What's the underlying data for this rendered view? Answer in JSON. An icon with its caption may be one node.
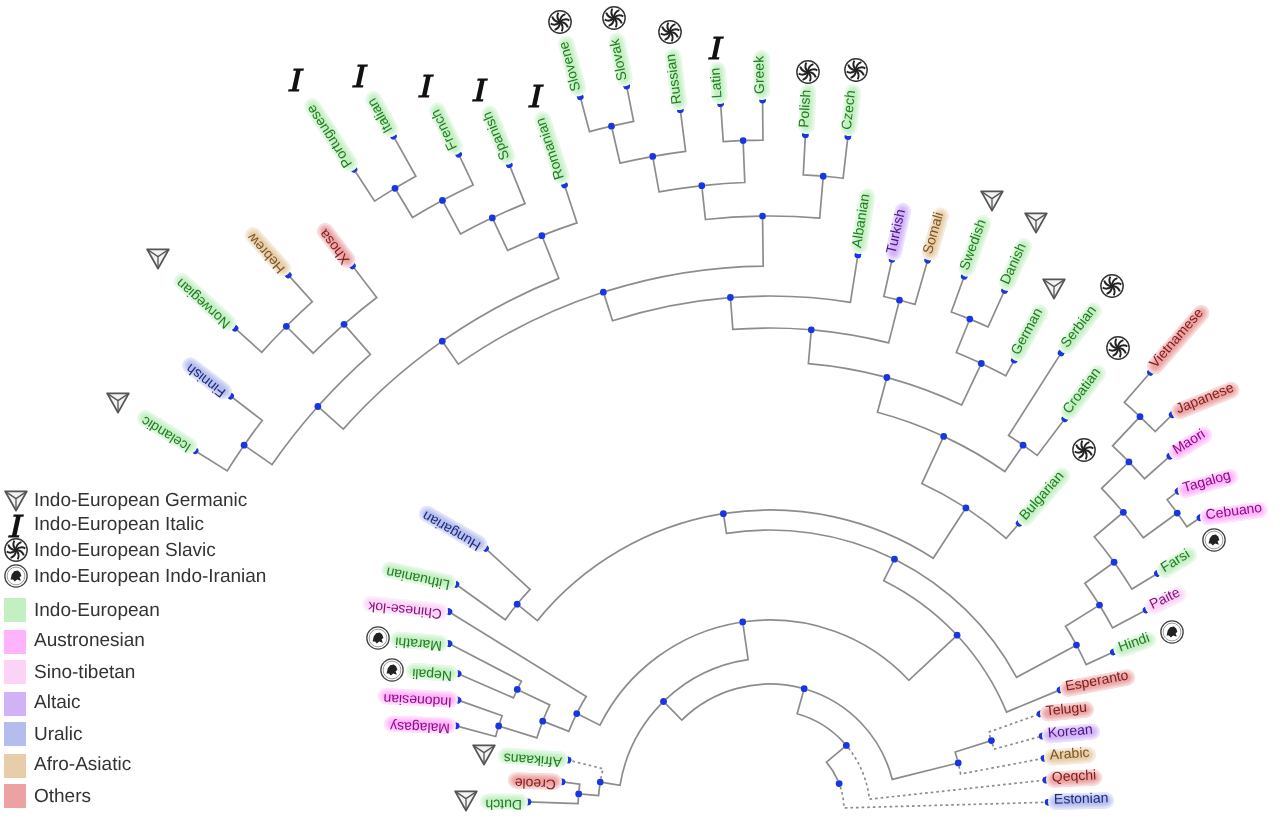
{
  "diagram": {
    "nodes": [
      {
        "text": [
          "Dutch"
        ]
      },
      {
        "text": [
          "Creole"
        ]
      },
      {
        "text": [
          "Afrikaans"
        ]
      },
      {
        "text": [
          "Malagasy"
        ]
      },
      {
        "text": [
          "Indonesian"
        ]
      },
      {
        "text": [
          "Nepali"
        ]
      },
      {
        "text": [
          "Marathi"
        ]
      },
      {
        "text": [
          "Chinese-lok"
        ]
      },
      {
        "text": [
          "Lithuanian"
        ]
      },
      {
        "text": [
          "Hungarian"
        ]
      },
      {
        "text": [
          "Icelandic"
        ]
      },
      {
        "text": [
          "Finnish"
        ]
      },
      {
        "text": [
          "Norwegian"
        ]
      },
      {
        "text": [
          "Hebrew"
        ]
      },
      {
        "text": [
          "Xhosa"
        ]
      },
      {
        "text": [
          "Portuguese"
        ]
      },
      {
        "text": [
          "Italian"
        ]
      },
      {
        "text": [
          "French"
        ]
      },
      {
        "text": [
          "Spanish"
        ]
      },
      {
        "text": [
          "Romanian"
        ]
      },
      {
        "text": [
          "Slovene"
        ]
      },
      {
        "text": [
          "Slovak"
        ]
      },
      {
        "text": [
          "Russian"
        ]
      },
      {
        "text": [
          "Latin"
        ]
      },
      {
        "text": [
          "Greek"
        ]
      },
      {
        "text": [
          "Polish"
        ]
      },
      {
        "text": [
          "Czech"
        ]
      },
      {
        "text": [
          "Albanian"
        ]
      },
      {
        "text": [
          "Turkish"
        ]
      },
      {
        "text": [
          "Somali"
        ]
      },
      {
        "text": [
          "Swedish"
        ]
      },
      {
        "text": [
          "Danish"
        ]
      },
      {
        "text": [
          "German"
        ]
      },
      {
        "text": [
          "Serbian"
        ]
      },
      {
        "text": [
          "Croatian"
        ]
      },
      {
        "text": [
          "Bulgarian"
        ]
      },
      {
        "text": [
          "Vietnamese"
        ]
      },
      {
        "text": [
          "Japanese"
        ]
      },
      {
        "text": [
          "Maori"
        ]
      },
      {
        "text": [
          "Tagalog"
        ]
      },
      {
        "text": [
          "Cebuano"
        ]
      },
      {
        "text": [
          "Farsi"
        ]
      },
      {
        "text": [
          "Paite"
        ]
      },
      {
        "text": [
          "Hindi"
        ]
      },
      {
        "text": [
          "Esperanto"
        ]
      },
      {
        "text": [
          "Telugu"
        ]
      },
      {
        "text": [
          "Korean"
        ]
      },
      {
        "text": [
          "Arabic"
        ]
      },
      {
        "text": [
          "Qeqchi"
        ]
      },
      {
        "text": [
          "Estonian"
        ]
      },
      {
        "text": [],
        "shape": "circle"
      },
      {
        "text": [],
        "shape": "circle"
      },
      {
        "text": [],
        "shape": "circle"
      },
      {
        "text": [],
        "shape": "circle"
      },
      {
        "text": [],
        "shape": "circle"
      },
      {
        "text": [],
        "shape": "circle"
      },
      {
        "text": [],
        "shape": "circle"
      },
      {
        "text": [],
        "shape": "circle"
      },
      {
        "text": [],
        "shape": "circle"
      },
      {
        "text": [],
        "shape": "circle"
      },
      {
        "text": [],
        "shape": "circle"
      },
      {
        "text": [],
        "shape": "circle"
      },
      {
        "text": [],
        "shape": "circle"
      },
      {
        "text": [],
        "shape": "circle"
      },
      {
        "text": [],
        "shape": "circle"
      },
      {
        "text": [],
        "shape": "circle"
      },
      {
        "text": [],
        "shape": "circle"
      },
      {
        "text": [],
        "shape": "circle"
      },
      {
        "text": [],
        "shape": "circle"
      },
      {
        "text": [],
        "shape": "circle"
      },
      {
        "text": [],
        "shape": "circle"
      },
      {
        "text": [],
        "shape": "circle"
      },
      {
        "text": [],
        "shape": "circle"
      },
      {
        "text": [],
        "shape": "circle"
      },
      {
        "text": [],
        "shape": "circle"
      },
      {
        "text": [],
        "shape": "circle"
      },
      {
        "text": [],
        "shape": "circle"
      },
      {
        "text": [],
        "shape": "circle"
      },
      {
        "text": [],
        "shape": "circle"
      },
      {
        "text": [],
        "shape": "circle"
      },
      {
        "text": [],
        "shape": "circle"
      },
      {
        "text": [],
        "shape": "circle"
      },
      {
        "text": [],
        "shape": "circle"
      },
      {
        "text": [],
        "shape": "circle"
      },
      {
        "text": [],
        "shape": "circle"
      },
      {
        "text": [],
        "shape": "circle"
      },
      {
        "text": [],
        "shape": "circle"
      },
      {
        "text": [],
        "shape": "circle"
      },
      {
        "text": [],
        "shape": "circle"
      },
      {
        "text": [],
        "shape": "circle"
      },
      {
        "text": [],
        "shape": "circle"
      },
      {
        "text": [],
        "shape": "circle"
      },
      {
        "text": [],
        "shape": "circle"
      },
      {
        "text": [],
        "shape": "circle"
      },
      {
        "text": [],
        "shape": "circle"
      },
      {
        "text": [],
        "shape": "circle"
      },
      {
        "text": [],
        "shape": "circle"
      },
      {
        "text": [],
        "shape": "circle"
      },
      {
        "text": [],
        "shape": "circle"
      }
    ],
    "edges": [
      {
        "from": 50,
        "to": 12,
        "arrow": "other"
      },
      {
        "from": 50,
        "to": 13,
        "arrow": "other"
      },
      {
        "from": 51,
        "to": 50,
        "arrow": "none"
      },
      {
        "from": 51,
        "to": 14,
        "arrow": "other"
      },
      {
        "from": 52,
        "to": 10,
        "arrow": "other"
      },
      {
        "from": 52,
        "to": 11,
        "arrow": "other"
      },
      {
        "from": 53,
        "to": 52,
        "arrow": "none"
      },
      {
        "from": 53,
        "to": 51,
        "arrow": "none"
      },
      {
        "from": 54,
        "to": 15,
        "arrow": "other"
      },
      {
        "from": 54,
        "to": 16,
        "arrow": "other"
      },
      {
        "from": 55,
        "to": 54,
        "arrow": "none"
      },
      {
        "from": 55,
        "to": 17,
        "arrow": "other"
      },
      {
        "from": 56,
        "to": 55,
        "arrow": "none"
      },
      {
        "from": 56,
        "to": 18,
        "arrow": "other"
      },
      {
        "from": 57,
        "to": 56,
        "arrow": "none"
      },
      {
        "from": 57,
        "to": 19,
        "arrow": "other"
      },
      {
        "from": 58,
        "to": 53,
        "arrow": "none"
      },
      {
        "from": 58,
        "to": 57,
        "arrow": "none"
      },
      {
        "from": 59,
        "to": 20,
        "arrow": "other"
      },
      {
        "from": 59,
        "to": 21,
        "arrow": "other"
      },
      {
        "from": 60,
        "to": 59,
        "arrow": "none"
      },
      {
        "from": 60,
        "to": 22,
        "arrow": "other"
      },
      {
        "from": 61,
        "to": 23,
        "arrow": "other"
      },
      {
        "from": 61,
        "to": 24,
        "arrow": "other"
      },
      {
        "from": 62,
        "to": 60,
        "arrow": "none"
      },
      {
        "from": 62,
        "to": 61,
        "arrow": "none"
      },
      {
        "from": 63,
        "to": 25,
        "arrow": "other"
      },
      {
        "from": 63,
        "to": 26,
        "arrow": "other"
      },
      {
        "from": 64,
        "to": 62,
        "arrow": "none"
      },
      {
        "from": 64,
        "to": 63,
        "arrow": "none"
      },
      {
        "from": 65,
        "to": 58,
        "arrow": "none"
      },
      {
        "from": 65,
        "to": 64,
        "arrow": "none"
      },
      {
        "from": 66,
        "to": 65,
        "arrow": "none"
      },
      {
        "from": 66,
        "to": 27,
        "arrow": "other"
      },
      {
        "from": 67,
        "to": 28,
        "arrow": "other"
      },
      {
        "from": 67,
        "to": 29,
        "arrow": "other"
      },
      {
        "from": 68,
        "to": 66,
        "arrow": "none"
      },
      {
        "from": 68,
        "to": 67,
        "arrow": "none"
      },
      {
        "from": 69,
        "to": 30,
        "arrow": "other"
      },
      {
        "from": 69,
        "to": 31,
        "arrow": "other"
      },
      {
        "from": 70,
        "to": 69,
        "arrow": "none"
      },
      {
        "from": 70,
        "to": 32,
        "arrow": "other"
      },
      {
        "from": 71,
        "to": 68,
        "arrow": "none"
      },
      {
        "from": 71,
        "to": 70,
        "arrow": "none"
      },
      {
        "from": 72,
        "to": 33,
        "arrow": "other"
      },
      {
        "from": 72,
        "to": 34,
        "arrow": "other"
      },
      {
        "from": 73,
        "to": 71,
        "arrow": "none"
      },
      {
        "from": 73,
        "to": 72,
        "arrow": "none"
      },
      {
        "from": 74,
        "to": 73,
        "arrow": "none"
      },
      {
        "from": 74,
        "to": 35,
        "arrow": "other"
      },
      {
        "from": 75,
        "to": 36,
        "arrow": "other"
      },
      {
        "from": 75,
        "to": 37,
        "arrow": "other"
      },
      {
        "from": 76,
        "to": 75,
        "arrow": "none"
      },
      {
        "from": 76,
        "to": 38,
        "arrow": "other"
      },
      {
        "from": 77,
        "to": 39,
        "arrow": "other"
      },
      {
        "from": 77,
        "to": 40,
        "arrow": "other"
      },
      {
        "from": 78,
        "to": 76,
        "arrow": "none"
      },
      {
        "from": 78,
        "to": 77,
        "arrow": "none"
      },
      {
        "from": 79,
        "to": 78,
        "arrow": "none"
      },
      {
        "from": 79,
        "to": 41,
        "arrow": "other"
      },
      {
        "from": 80,
        "to": 79,
        "arrow": "none"
      },
      {
        "from": 80,
        "to": 42,
        "arrow": "other"
      },
      {
        "from": 81,
        "to": 80,
        "arrow": "none"
      },
      {
        "from": 81,
        "to": 43,
        "arrow": "other"
      },
      {
        "from": 82,
        "to": 8,
        "arrow": "other"
      },
      {
        "from": 82,
        "to": 9,
        "arrow": "other"
      },
      {
        "from": 83,
        "to": 82,
        "arrow": "none"
      },
      {
        "from": 83,
        "to": 74,
        "arrow": "none"
      },
      {
        "from": 84,
        "to": 83,
        "arrow": "none"
      },
      {
        "from": 84,
        "to": 81,
        "arrow": "none"
      },
      {
        "from": 85,
        "to": 84,
        "arrow": "none"
      },
      {
        "from": 85,
        "to": 44,
        "arrow": "other"
      },
      {
        "from": 86,
        "to": 6,
        "arrow": "other"
      },
      {
        "from": 86,
        "to": 5,
        "arrow": "other"
      },
      {
        "from": 87,
        "to": 4,
        "arrow": "other"
      },
      {
        "from": 87,
        "to": 3,
        "arrow": "other"
      },
      {
        "from": 88,
        "to": 87,
        "arrow": "none"
      },
      {
        "from": 88,
        "to": 86,
        "arrow": "none"
      },
      {
        "from": 89,
        "to": 7,
        "arrow": "other"
      },
      {
        "from": 89,
        "to": 88,
        "arrow": "none"
      },
      {
        "from": 90,
        "to": 89,
        "arrow": "none"
      },
      {
        "from": 90,
        "to": 85,
        "arrow": "none"
      },
      {
        "from": 91,
        "to": 1,
        "arrow": "other"
      },
      {
        "from": 91,
        "to": 0,
        "arrow": "other"
      },
      {
        "from": 92,
        "to": 2,
        "arrow": "other",
        "style": "dashed"
      },
      {
        "from": 92,
        "to": 91,
        "arrow": "none"
      },
      {
        "from": 93,
        "to": 45,
        "arrow": "other",
        "style": "dashed"
      },
      {
        "from": 93,
        "to": 46,
        "arrow": "other",
        "style": "dashed"
      },
      {
        "from": 94,
        "to": 93,
        "arrow": "none"
      },
      {
        "from": 94,
        "to": 47,
        "arrow": "other",
        "style": "dashed"
      },
      {
        "from": 95,
        "to": 92,
        "arrow": "none"
      },
      {
        "from": 95,
        "to": 90,
        "arrow": "none"
      },
      {
        "from": 96,
        "to": 95,
        "arrow": "none"
      },
      {
        "from": 96,
        "to": 94,
        "arrow": "none"
      },
      {
        "from": 97,
        "to": 96,
        "arrow": "none"
      },
      {
        "from": 97,
        "to": 48,
        "arrow": "other",
        "style": "dashed"
      },
      {
        "from": 98,
        "to": 97,
        "arrow": "none"
      },
      {
        "from": 98,
        "to": 49,
        "arrow": "other",
        "style": "dashed"
      }
    ],
    "legend": [
      {
        "text": "Indo-European Germanic"
      },
      {
        "text": "Indo-European Italic"
      },
      {
        "text": "Indo-European Slavic"
      },
      {
        "text": "Indo-European Indo-Iranian"
      },
      {
        "text": "Indo-European",
        "color": "#c3efc3"
      },
      {
        "text": "Austronesian",
        "color": "#ffb3fb"
      },
      {
        "text": "Sino-tibetan",
        "color": "#fbd3f6"
      },
      {
        "text": "Altaic",
        "color": "#d2b2f7"
      },
      {
        "text": "Uralic",
        "color": "#b5bdee"
      },
      {
        "text": "Afro-Asiatic",
        "color": "#e7cda9"
      },
      {
        "text": "Others",
        "color": "#eca2a2"
      }
    ]
  }
}
